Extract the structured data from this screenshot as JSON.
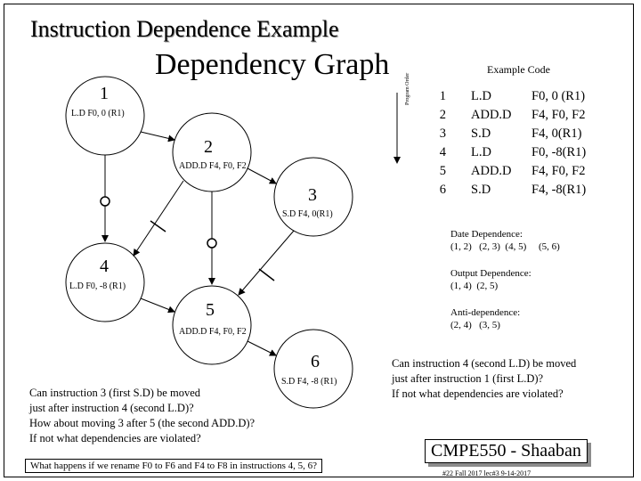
{
  "slide": {
    "title": "Instruction Dependence Example",
    "subtitle": "Dependency Graph"
  },
  "graph": {
    "nodes": [
      {
        "number": "1",
        "label": "L.D  F0, 0 (R1)"
      },
      {
        "number": "2",
        "label": "ADD.D  F4, F0, F2"
      },
      {
        "number": "3",
        "label": "S.D  F4, 0(R1)"
      },
      {
        "number": "4",
        "label": "L.D  F0, -8 (R1)"
      },
      {
        "number": "5",
        "label": "ADD.D  F4, F0, F2"
      },
      {
        "number": "6",
        "label": "S.D  F4, -8 (R1)"
      }
    ],
    "program_order_label": "Program Order"
  },
  "example_code": {
    "heading": "Example Code",
    "lines": [
      {
        "num": "1",
        "op": "L.D",
        "args": "F0, 0 (R1)"
      },
      {
        "num": "2",
        "op": "ADD.D",
        "args": "F4, F0, F2"
      },
      {
        "num": "3",
        "op": "S.D",
        "args": "F4, 0(R1)"
      },
      {
        "num": "4",
        "op": "L.D",
        "args": "F0, -8(R1)"
      },
      {
        "num": "5",
        "op": "ADD.D",
        "args": "F4, F0, F2"
      },
      {
        "num": "6",
        "op": "S.D",
        "args": "F4, -8(R1)"
      }
    ]
  },
  "dependences": {
    "data_title": "Date Dependence:",
    "data_pairs": "(1, 2)   (2, 3)  (4, 5)     (5, 6)",
    "output_title": "Output Dependence:",
    "output_pairs": "(1, 4)  (2, 5)",
    "anti_title": "Anti-dependence:",
    "anti_pairs": "(2, 4)   (3, 5)"
  },
  "questions": {
    "q1_lines": [
      "Can instruction 3 (first S.D) be moved",
      "just after instruction 4  (second L.D)?",
      "How about moving 3 after 5 (the second ADD.D)?",
      "If not what dependencies are violated?"
    ],
    "q2_lines": [
      "Can instruction 4 (second L.D) be moved",
      "just after instruction 1 (first L.D)?",
      "If not what dependencies are violated?"
    ],
    "rename": "What happens if we rename F0 to F6  and  F4 to F8 in instructions 4, 5, 6?"
  },
  "footer": {
    "brand": "CMPE550 - Shaaban",
    "meta": "#22  Fall 2017   lec#3  9-14-2017"
  }
}
